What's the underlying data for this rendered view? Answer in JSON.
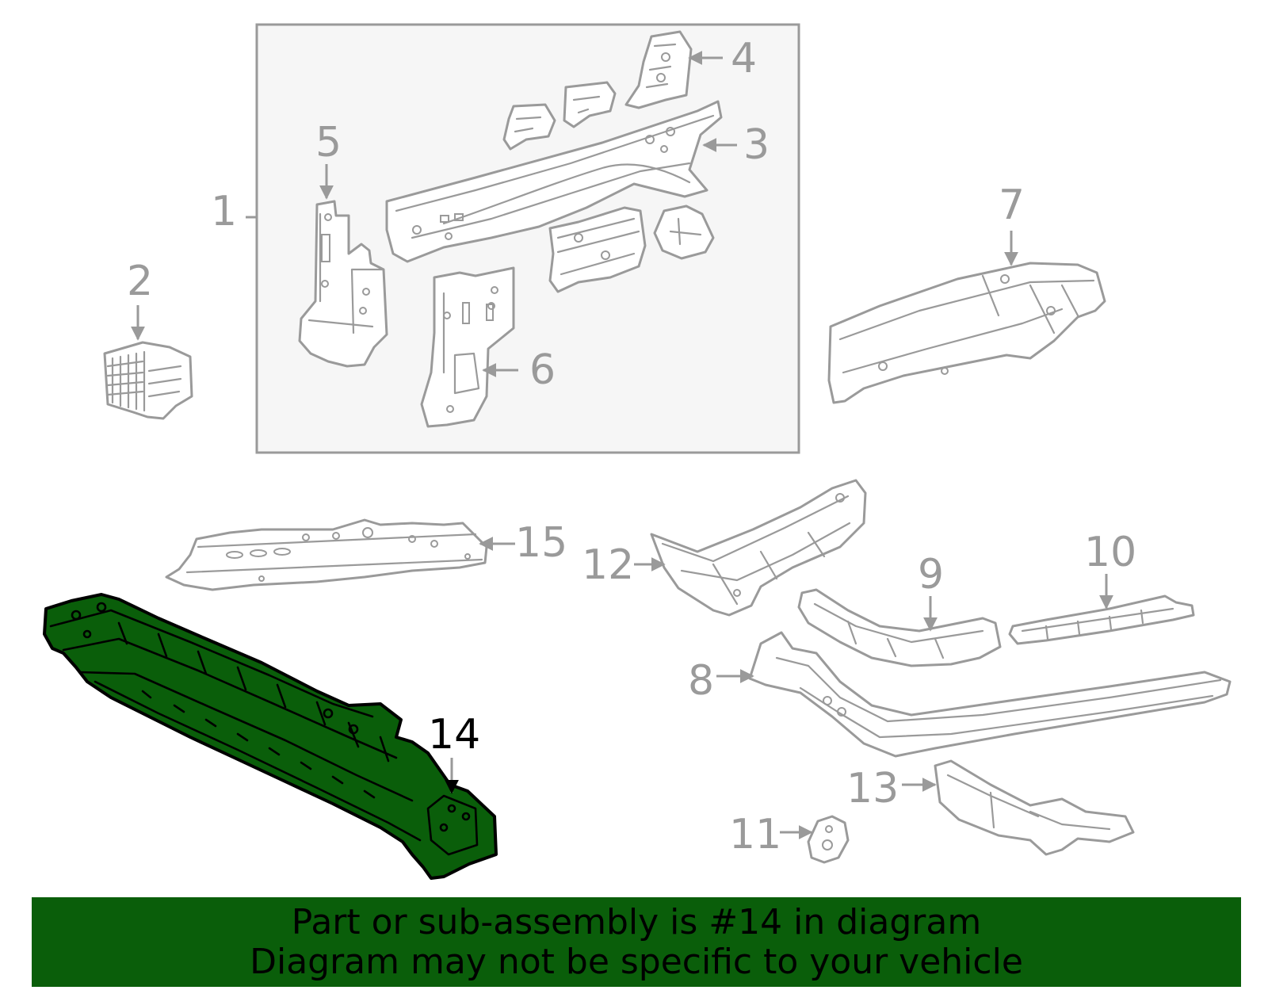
{
  "colors": {
    "highlight": "#0a5e0a",
    "banner_bg": "#0a5e0a",
    "subassembly_bg": "#f6f6f6",
    "part_stroke": "#9a9a9a",
    "highlight_stroke": "#000000"
  },
  "callouts": {
    "c1": "1",
    "c2": "2",
    "c3": "3",
    "c4": "4",
    "c5": "5",
    "c6": "6",
    "c7": "7",
    "c8": "8",
    "c9": "9",
    "c10": "10",
    "c11": "11",
    "c12": "12",
    "c13": "13",
    "c14": "14",
    "c15": "15"
  },
  "highlighted_part": "14",
  "banner": {
    "line1": "Part or sub-assembly is #14 in diagram",
    "line2": "Diagram may not be specific to your vehicle"
  }
}
